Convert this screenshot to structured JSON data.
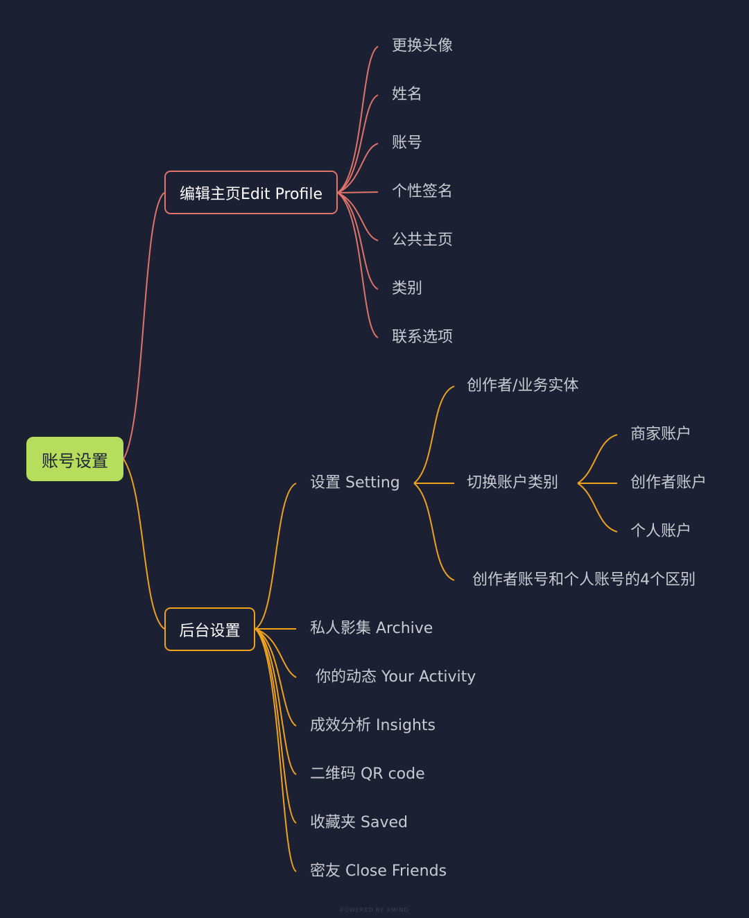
{
  "colors": {
    "background": "#1b2032",
    "root_fill": "#b7dd5c",
    "branch_edit_profile": "#e0736a",
    "branch_backend": "#f0a21b",
    "label_text": "#c9cbd3"
  },
  "root": {
    "label": "账号设置"
  },
  "edit_profile": {
    "label": "编辑主页Edit Profile",
    "items": [
      "更换头像",
      "姓名",
      "账号",
      "个性签名",
      "公共主页",
      "类别",
      "联系选项"
    ]
  },
  "backend": {
    "label": "后台设置",
    "setting": {
      "label": "设置 Setting",
      "creator_business": "创作者/业务实体",
      "switch_account": {
        "label": "切换账户类别",
        "items": [
          "商家账户",
          "创作者账户",
          "个人账户"
        ]
      },
      "difference": "创作者账号和个人账号的4个区别"
    },
    "items": [
      "私人影集 Archive",
      "你的动态 Your Activity",
      "成效分析 Insights",
      "二维码 QR code",
      "收藏夹 Saved",
      "密友 Close Friends"
    ]
  },
  "footer": "POWERED BY XMIND"
}
